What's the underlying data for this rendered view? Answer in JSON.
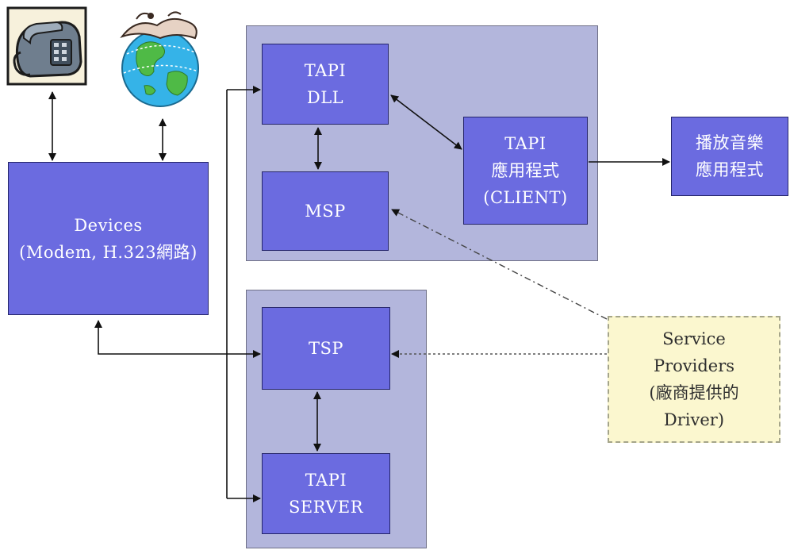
{
  "nodes": {
    "tapi_dll": {
      "lines": [
        "TAPI",
        "DLL"
      ]
    },
    "msp": {
      "lines": [
        "MSP"
      ]
    },
    "tapi_client": {
      "lines": [
        "TAPI",
        "應用程式",
        "(CLIENT)"
      ]
    },
    "music_app": {
      "lines": [
        "播放音樂",
        "應用程式"
      ]
    },
    "devices": {
      "lines": [
        "Devices",
        "(Modem, H.323網路)"
      ]
    },
    "tsp": {
      "lines": [
        "TSP"
      ]
    },
    "tapi_server": {
      "lines": [
        "TAPI",
        "SERVER"
      ]
    },
    "service_providers": {
      "lines": [
        "Service",
        "Providers",
        "(廠商提供的",
        "Driver)"
      ]
    }
  },
  "icons": {
    "telephone": "telephone-icon",
    "globe": "globe-network-icon"
  },
  "colors": {
    "box_fill": "#6b6be0",
    "panel_fill": "#b3b6dc",
    "note_fill": "#fbf7cf",
    "arrow": "#111111"
  }
}
